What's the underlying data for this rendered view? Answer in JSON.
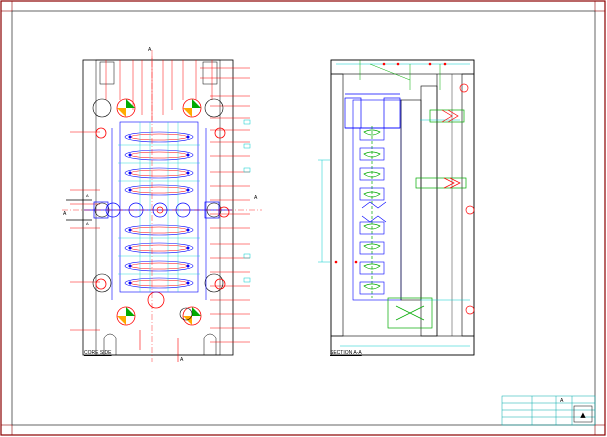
{
  "drawing": {
    "left_view_caption": "CORE SIDE",
    "right_view_caption": "SECTION A-A",
    "section_marker_top": "A",
    "section_marker_bottom": "A",
    "section_marker_left": "A",
    "section_marker_right": "A",
    "left_dim_top": "A",
    "left_dim_bottom": "A"
  },
  "title_block": {
    "row1": "",
    "row2": "",
    "row3": "",
    "sheet_mark": "A"
  },
  "colors": {
    "sheet_border": "#8b0000",
    "inner_frame": "#000000",
    "plate_outline": "#000000",
    "cavity_blue": "#0000ff",
    "runner_red": "#ff0000",
    "cyan_lines": "#00d0d0",
    "ejector_green": "#00aa00",
    "dim_cyan": "#00cccc"
  }
}
